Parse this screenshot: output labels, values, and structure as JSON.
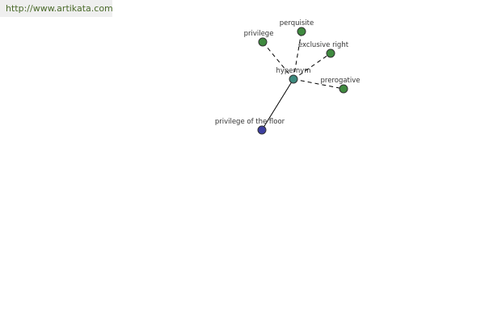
{
  "watermark": {
    "url": "http://www.artikata.com"
  },
  "colors": {
    "link_text": "#4a6a2a",
    "banner_bg": "#efefef",
    "center_node": "#3d8a7e",
    "synonym_node": "#3f8a3f",
    "hyponym_node": "#3d3fa0",
    "edge": "#000000"
  },
  "graph": {
    "center": {
      "label": "hypernym"
    },
    "synonyms": [
      {
        "label": "privilege"
      },
      {
        "label": "perquisite"
      },
      {
        "label": "exclusive right"
      },
      {
        "label": "prerogative"
      }
    ],
    "hyponyms": [
      {
        "label": "privilege of the floor"
      }
    ]
  }
}
